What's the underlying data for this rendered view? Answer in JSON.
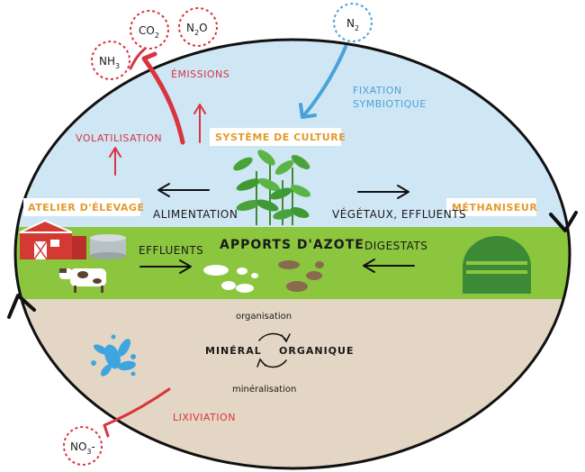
{
  "labels": {
    "emissions": "ÉMISSIONS",
    "volatilisation": "VOLATILISATION",
    "fixation_line1": "FIXATION",
    "fixation_line2": "SYMBIOTIQUE",
    "systeme_culture": "SYSTÈME DE CULTURE",
    "atelier_elevage": "ATELIER D'ÉLEVAGE",
    "methaniseur": "MÉTHANISEUR",
    "alimentation": "ALIMENTATION",
    "vegetaux_effluents": "VÉGÉTAUX, EFFLUENTS",
    "effluents": "EFFLUENTS",
    "apports_azote": "APPORTS D'AZOTE",
    "digestats": "DIGESTATS",
    "organisation": "organisation",
    "mineral": "MINÉRAL",
    "organique": "ORGANIQUE",
    "mineralisation": "minéralisation",
    "lixiviation": "LIXIVIATION"
  },
  "gases": {
    "co2": {
      "main": "CO",
      "sub": "2"
    },
    "n2o": {
      "main": "N",
      "sub": "2",
      "tail": "O"
    },
    "n2": {
      "main": "N",
      "sub": "2"
    },
    "nh3": {
      "main": "NH",
      "sub": "3"
    },
    "no3": {
      "main": "NO",
      "sub": "3",
      "tail": "-"
    }
  },
  "colors": {
    "sky": "#cfe6f5",
    "grass": "#8cc63e",
    "soil": "#e3d6c4",
    "emission_red": "#d9343f",
    "fixation_blue": "#4aa3d8",
    "category_orange": "#e49a2c"
  }
}
